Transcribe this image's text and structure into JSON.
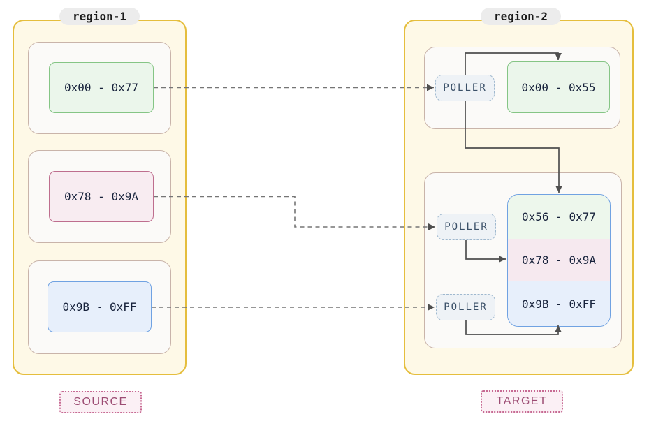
{
  "diagram": {
    "source": {
      "title": "region-1",
      "badge": "SOURCE",
      "blocks": [
        {
          "label": "0x00 - 0x77",
          "color": "green"
        },
        {
          "label": "0x78 - 0x9A",
          "color": "pink"
        },
        {
          "label": "0x9B - 0xFF",
          "color": "blue"
        }
      ]
    },
    "target": {
      "title": "region-2",
      "badge": "TARGET",
      "pollers": [
        {
          "label": "POLLER"
        },
        {
          "label": "POLLER"
        },
        {
          "label": "POLLER"
        }
      ],
      "upper_block": {
        "label": "0x00 - 0x55",
        "color": "green"
      },
      "stacked_blocks": [
        {
          "label": "0x56 - 0x77",
          "color": "green"
        },
        {
          "label": "0x78 - 0x9A",
          "color": "pink"
        },
        {
          "label": "0x9B - 0xFF",
          "color": "blue"
        }
      ]
    },
    "colors": {
      "region_fill": "#FEF9E7",
      "region_border": "#E5BE3D",
      "container_fill": "#FBFAF8",
      "container_border": "#C9B4AA",
      "green_fill": "#EBF6EB",
      "green_border": "#85C585",
      "pink_fill": "#F8ECF1",
      "pink_border": "#BE6E8E",
      "blue_fill": "#E7EFFB",
      "blue_border": "#70A2E2",
      "poller_fill": "#EEF2F6",
      "poller_border": "#9FB8CE",
      "badge_fill": "#FBF0F5",
      "badge_border": "#C76A93",
      "badge_text": "#9C4C73",
      "solid_line": "#4F4F4F",
      "dashed_line": "#757575"
    }
  }
}
